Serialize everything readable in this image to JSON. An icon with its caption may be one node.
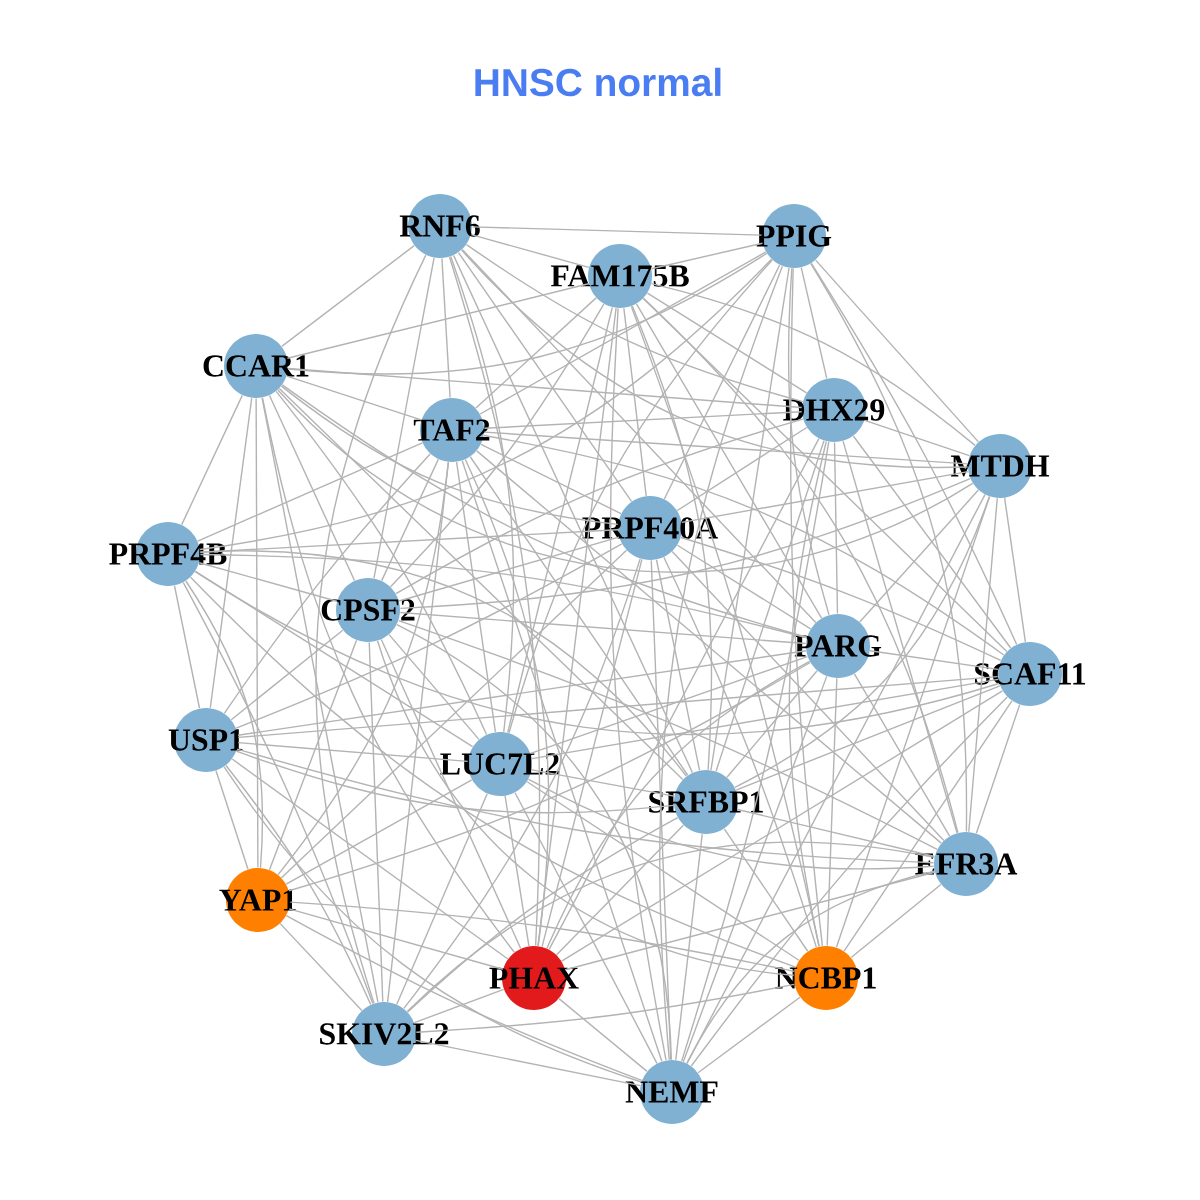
{
  "diagram": {
    "title": "HNSC normal",
    "nodes": [
      {
        "text": [
          "RNF6"
        ]
      },
      {
        "text": [
          "PPIG"
        ]
      },
      {
        "text": [
          "FAM175B"
        ]
      },
      {
        "text": [
          "CCAR1"
        ]
      },
      {
        "text": [
          "DHX29"
        ]
      },
      {
        "text": [
          "TAF2"
        ]
      },
      {
        "text": [
          "MTDH"
        ]
      },
      {
        "text": [
          "PRPF40A"
        ]
      },
      {
        "text": [
          "PRPF4B"
        ]
      },
      {
        "text": [
          "CPSF2"
        ]
      },
      {
        "text": [
          "PARG"
        ]
      },
      {
        "text": [
          "SCAF11"
        ]
      },
      {
        "text": [
          "USP1"
        ]
      },
      {
        "text": [
          "LUC7L2"
        ]
      },
      {
        "text": [
          "SRFBP1"
        ]
      },
      {
        "text": [
          "EFR3A"
        ]
      },
      {
        "text": [
          "YAP1"
        ]
      },
      {
        "text": [
          "PHAX"
        ]
      },
      {
        "text": [
          "NCBP1"
        ]
      },
      {
        "text": [
          "SKIV2L2"
        ]
      },
      {
        "text": [
          "NEMF"
        ]
      }
    ],
    "edges": [
      {
        "from": 0,
        "to": 1,
        "arrow": "none"
      },
      {
        "from": 0,
        "to": 2,
        "arrow": "none"
      },
      {
        "from": 0,
        "to": 3,
        "arrow": "none"
      },
      {
        "from": 0,
        "to": 4,
        "arrow": "none"
      },
      {
        "from": 0,
        "to": 5,
        "arrow": "none"
      },
      {
        "from": 0,
        "to": 6,
        "arrow": "none"
      },
      {
        "from": 0,
        "to": 7,
        "arrow": "none"
      },
      {
        "from": 0,
        "to": 9,
        "arrow": "none"
      },
      {
        "from": 0,
        "to": 10,
        "arrow": "none"
      },
      {
        "from": 0,
        "to": 13,
        "arrow": "none"
      },
      {
        "from": 0,
        "to": 14,
        "arrow": "none"
      },
      {
        "from": 0,
        "to": 17,
        "arrow": "none"
      },
      {
        "from": 0,
        "to": 19,
        "arrow": "none"
      },
      {
        "from": 1,
        "to": 2,
        "arrow": "none"
      },
      {
        "from": 1,
        "to": 3,
        "arrow": "none"
      },
      {
        "from": 1,
        "to": 4,
        "arrow": "none"
      },
      {
        "from": 1,
        "to": 5,
        "arrow": "none"
      },
      {
        "from": 1,
        "to": 6,
        "arrow": "none"
      },
      {
        "from": 1,
        "to": 7,
        "arrow": "none"
      },
      {
        "from": 1,
        "to": 8,
        "arrow": "none"
      },
      {
        "from": 1,
        "to": 10,
        "arrow": "none"
      },
      {
        "from": 1,
        "to": 11,
        "arrow": "none"
      },
      {
        "from": 1,
        "to": 13,
        "arrow": "none"
      },
      {
        "from": 1,
        "to": 14,
        "arrow": "none"
      },
      {
        "from": 1,
        "to": 15,
        "arrow": "none"
      },
      {
        "from": 1,
        "to": 18,
        "arrow": "none"
      },
      {
        "from": 1,
        "to": 20,
        "arrow": "none"
      },
      {
        "from": 2,
        "to": 3,
        "arrow": "none"
      },
      {
        "from": 2,
        "to": 4,
        "arrow": "none"
      },
      {
        "from": 2,
        "to": 5,
        "arrow": "none"
      },
      {
        "from": 2,
        "to": 6,
        "arrow": "none"
      },
      {
        "from": 2,
        "to": 7,
        "arrow": "none"
      },
      {
        "from": 2,
        "to": 9,
        "arrow": "none"
      },
      {
        "from": 2,
        "to": 10,
        "arrow": "none"
      },
      {
        "from": 2,
        "to": 11,
        "arrow": "none"
      },
      {
        "from": 2,
        "to": 13,
        "arrow": "none"
      },
      {
        "from": 2,
        "to": 14,
        "arrow": "none"
      },
      {
        "from": 2,
        "to": 15,
        "arrow": "none"
      },
      {
        "from": 2,
        "to": 17,
        "arrow": "none"
      },
      {
        "from": 2,
        "to": 18,
        "arrow": "none"
      },
      {
        "from": 2,
        "to": 20,
        "arrow": "none"
      },
      {
        "from": 3,
        "to": 4,
        "arrow": "none"
      },
      {
        "from": 3,
        "to": 5,
        "arrow": "none"
      },
      {
        "from": 3,
        "to": 6,
        "arrow": "none"
      },
      {
        "from": 3,
        "to": 7,
        "arrow": "none"
      },
      {
        "from": 3,
        "to": 8,
        "arrow": "none"
      },
      {
        "from": 3,
        "to": 9,
        "arrow": "none"
      },
      {
        "from": 3,
        "to": 10,
        "arrow": "none"
      },
      {
        "from": 3,
        "to": 12,
        "arrow": "none"
      },
      {
        "from": 3,
        "to": 13,
        "arrow": "none"
      },
      {
        "from": 3,
        "to": 14,
        "arrow": "none"
      },
      {
        "from": 3,
        "to": 16,
        "arrow": "none"
      },
      {
        "from": 3,
        "to": 17,
        "arrow": "none"
      },
      {
        "from": 3,
        "to": 19,
        "arrow": "none"
      },
      {
        "from": 4,
        "to": 5,
        "arrow": "none"
      },
      {
        "from": 4,
        "to": 6,
        "arrow": "none"
      },
      {
        "from": 4,
        "to": 7,
        "arrow": "none"
      },
      {
        "from": 4,
        "to": 9,
        "arrow": "none"
      },
      {
        "from": 4,
        "to": 10,
        "arrow": "none"
      },
      {
        "from": 4,
        "to": 11,
        "arrow": "none"
      },
      {
        "from": 4,
        "to": 14,
        "arrow": "none"
      },
      {
        "from": 4,
        "to": 15,
        "arrow": "none"
      },
      {
        "from": 4,
        "to": 17,
        "arrow": "none"
      },
      {
        "from": 4,
        "to": 18,
        "arrow": "none"
      },
      {
        "from": 4,
        "to": 20,
        "arrow": "none"
      },
      {
        "from": 5,
        "to": 6,
        "arrow": "none"
      },
      {
        "from": 5,
        "to": 7,
        "arrow": "none"
      },
      {
        "from": 5,
        "to": 8,
        "arrow": "none"
      },
      {
        "from": 5,
        "to": 9,
        "arrow": "none"
      },
      {
        "from": 5,
        "to": 11,
        "arrow": "none"
      },
      {
        "from": 5,
        "to": 12,
        "arrow": "none"
      },
      {
        "from": 5,
        "to": 13,
        "arrow": "none"
      },
      {
        "from": 5,
        "to": 14,
        "arrow": "none"
      },
      {
        "from": 5,
        "to": 15,
        "arrow": "none"
      },
      {
        "from": 5,
        "to": 16,
        "arrow": "none"
      },
      {
        "from": 5,
        "to": 17,
        "arrow": "none"
      },
      {
        "from": 5,
        "to": 19,
        "arrow": "none"
      },
      {
        "from": 5,
        "to": 20,
        "arrow": "none"
      },
      {
        "from": 6,
        "to": 7,
        "arrow": "none"
      },
      {
        "from": 6,
        "to": 9,
        "arrow": "none"
      },
      {
        "from": 6,
        "to": 10,
        "arrow": "none"
      },
      {
        "from": 6,
        "to": 11,
        "arrow": "none"
      },
      {
        "from": 6,
        "to": 14,
        "arrow": "none"
      },
      {
        "from": 6,
        "to": 15,
        "arrow": "none"
      },
      {
        "from": 6,
        "to": 18,
        "arrow": "none"
      },
      {
        "from": 6,
        "to": 20,
        "arrow": "none"
      },
      {
        "from": 7,
        "to": 8,
        "arrow": "none"
      },
      {
        "from": 7,
        "to": 9,
        "arrow": "none"
      },
      {
        "from": 7,
        "to": 10,
        "arrow": "none"
      },
      {
        "from": 7,
        "to": 11,
        "arrow": "none"
      },
      {
        "from": 7,
        "to": 12,
        "arrow": "none"
      },
      {
        "from": 7,
        "to": 14,
        "arrow": "none"
      },
      {
        "from": 7,
        "to": 15,
        "arrow": "none"
      },
      {
        "from": 7,
        "to": 16,
        "arrow": "none"
      },
      {
        "from": 7,
        "to": 17,
        "arrow": "none"
      },
      {
        "from": 7,
        "to": 18,
        "arrow": "none"
      },
      {
        "from": 7,
        "to": 19,
        "arrow": "none"
      },
      {
        "from": 7,
        "to": 20,
        "arrow": "none"
      },
      {
        "from": 8,
        "to": 9,
        "arrow": "none"
      },
      {
        "from": 8,
        "to": 10,
        "arrow": "none"
      },
      {
        "from": 8,
        "to": 11,
        "arrow": "none"
      },
      {
        "from": 8,
        "to": 12,
        "arrow": "none"
      },
      {
        "from": 8,
        "to": 13,
        "arrow": "none"
      },
      {
        "from": 8,
        "to": 14,
        "arrow": "none"
      },
      {
        "from": 8,
        "to": 16,
        "arrow": "none"
      },
      {
        "from": 8,
        "to": 18,
        "arrow": "none"
      },
      {
        "from": 8,
        "to": 19,
        "arrow": "none"
      },
      {
        "from": 9,
        "to": 10,
        "arrow": "none"
      },
      {
        "from": 9,
        "to": 12,
        "arrow": "none"
      },
      {
        "from": 9,
        "to": 13,
        "arrow": "none"
      },
      {
        "from": 9,
        "to": 15,
        "arrow": "none"
      },
      {
        "from": 9,
        "to": 16,
        "arrow": "none"
      },
      {
        "from": 9,
        "to": 17,
        "arrow": "none"
      },
      {
        "from": 9,
        "to": 18,
        "arrow": "none"
      },
      {
        "from": 9,
        "to": 19,
        "arrow": "none"
      },
      {
        "from": 9,
        "to": 20,
        "arrow": "none"
      },
      {
        "from": 10,
        "to": 11,
        "arrow": "none"
      },
      {
        "from": 10,
        "to": 12,
        "arrow": "none"
      },
      {
        "from": 10,
        "to": 13,
        "arrow": "none"
      },
      {
        "from": 10,
        "to": 14,
        "arrow": "none"
      },
      {
        "from": 10,
        "to": 15,
        "arrow": "none"
      },
      {
        "from": 10,
        "to": 16,
        "arrow": "none"
      },
      {
        "from": 10,
        "to": 17,
        "arrow": "none"
      },
      {
        "from": 10,
        "to": 18,
        "arrow": "none"
      },
      {
        "from": 10,
        "to": 20,
        "arrow": "none"
      },
      {
        "from": 11,
        "to": 12,
        "arrow": "none"
      },
      {
        "from": 11,
        "to": 13,
        "arrow": "none"
      },
      {
        "from": 11,
        "to": 14,
        "arrow": "none"
      },
      {
        "from": 11,
        "to": 15,
        "arrow": "none"
      },
      {
        "from": 11,
        "to": 17,
        "arrow": "none"
      },
      {
        "from": 11,
        "to": 18,
        "arrow": "none"
      },
      {
        "from": 11,
        "to": 20,
        "arrow": "none"
      },
      {
        "from": 12,
        "to": 13,
        "arrow": "none"
      },
      {
        "from": 12,
        "to": 14,
        "arrow": "none"
      },
      {
        "from": 12,
        "to": 15,
        "arrow": "none"
      },
      {
        "from": 12,
        "to": 16,
        "arrow": "none"
      },
      {
        "from": 12,
        "to": 17,
        "arrow": "none"
      },
      {
        "from": 12,
        "to": 19,
        "arrow": "none"
      },
      {
        "from": 12,
        "to": 20,
        "arrow": "none"
      },
      {
        "from": 13,
        "to": 14,
        "arrow": "none"
      },
      {
        "from": 13,
        "to": 15,
        "arrow": "none"
      },
      {
        "from": 13,
        "to": 16,
        "arrow": "none"
      },
      {
        "from": 13,
        "to": 17,
        "arrow": "none"
      },
      {
        "from": 13,
        "to": 18,
        "arrow": "none"
      },
      {
        "from": 13,
        "to": 19,
        "arrow": "none"
      },
      {
        "from": 13,
        "to": 20,
        "arrow": "none"
      },
      {
        "from": 14,
        "to": 15,
        "arrow": "none"
      },
      {
        "from": 14,
        "to": 17,
        "arrow": "none"
      },
      {
        "from": 14,
        "to": 18,
        "arrow": "none"
      },
      {
        "from": 14,
        "to": 19,
        "arrow": "none"
      },
      {
        "from": 14,
        "to": 20,
        "arrow": "none"
      },
      {
        "from": 15,
        "to": 17,
        "arrow": "none"
      },
      {
        "from": 15,
        "to": 18,
        "arrow": "none"
      },
      {
        "from": 15,
        "to": 19,
        "arrow": "none"
      },
      {
        "from": 15,
        "to": 20,
        "arrow": "none"
      },
      {
        "from": 16,
        "to": 17,
        "arrow": "none"
      },
      {
        "from": 16,
        "to": 18,
        "arrow": "none"
      },
      {
        "from": 16,
        "to": 19,
        "arrow": "none"
      },
      {
        "from": 16,
        "to": 20,
        "arrow": "none"
      },
      {
        "from": 17,
        "to": 19,
        "arrow": "none"
      },
      {
        "from": 17,
        "to": 20,
        "arrow": "none"
      },
      {
        "from": 18,
        "to": 19,
        "arrow": "none"
      },
      {
        "from": 18,
        "to": 20,
        "arrow": "none"
      },
      {
        "from": 19,
        "to": 20,
        "arrow": "none"
      }
    ]
  }
}
